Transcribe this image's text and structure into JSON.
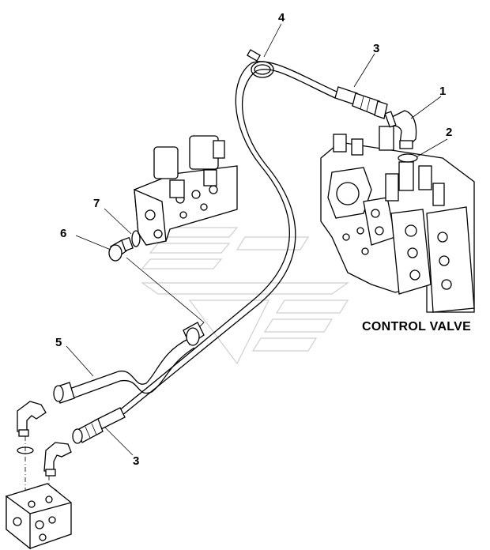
{
  "labels": {
    "title": "CONTROL VALVE",
    "callout_1": "1",
    "callout_2": "2",
    "callout_3_top": "3",
    "callout_3_bottom": "3",
    "callout_4": "4",
    "callout_5": "5",
    "callout_6": "6",
    "callout_7": "7"
  }
}
